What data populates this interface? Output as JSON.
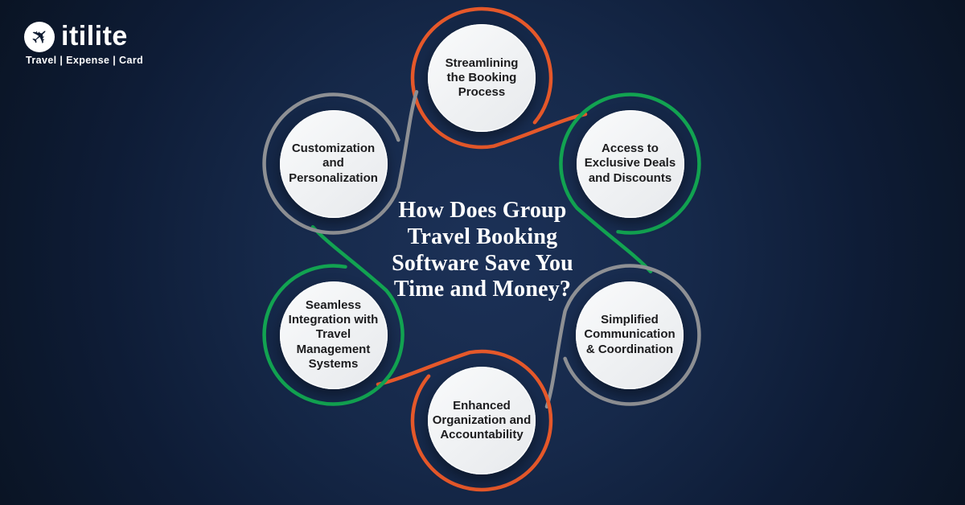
{
  "brand": {
    "name": "itilite",
    "tagline": "Travel | Expense | Card",
    "logo_icon": "plane-icon"
  },
  "title": {
    "lines": [
      "How Does Group",
      "Travel Booking",
      "Software Save You",
      "Time and Money?"
    ]
  },
  "nodes": [
    {
      "id": "streamlining-booking",
      "position": "top",
      "accent": "#E5582A",
      "label_lines": [
        "Streamlining",
        "the Booking",
        "Process"
      ]
    },
    {
      "id": "exclusive-deals",
      "position": "top-right",
      "accent": "#12A351",
      "label_lines": [
        "Access to",
        "Exclusive Deals",
        "and Discounts"
      ]
    },
    {
      "id": "simplified-communication",
      "position": "bottom-right",
      "accent": "#8E9094",
      "label_lines": [
        "Simplified",
        "Communication",
        "& Coordination"
      ]
    },
    {
      "id": "enhanced-organization",
      "position": "bottom",
      "accent": "#E5582A",
      "label_lines": [
        "Enhanced",
        "Organization and",
        "Accountability"
      ]
    },
    {
      "id": "seamless-integration",
      "position": "bottom-left",
      "accent": "#12A351",
      "label_lines": [
        "Seamless",
        "Integration with",
        "Travel",
        "Management",
        "Systems"
      ]
    },
    {
      "id": "customization",
      "position": "top-left",
      "accent": "#8E9094",
      "label_lines": [
        "Customization",
        "and",
        "Personalization"
      ]
    }
  ],
  "colors": {
    "background_center": "#1C3157",
    "background_edge": "#0A1424",
    "orange": "#E5582A",
    "green": "#12A351",
    "gray": "#8E9094",
    "circle_fill": "#F0F1F3",
    "node_text": "#1C1C1E",
    "title_text": "#FFFFFF"
  }
}
